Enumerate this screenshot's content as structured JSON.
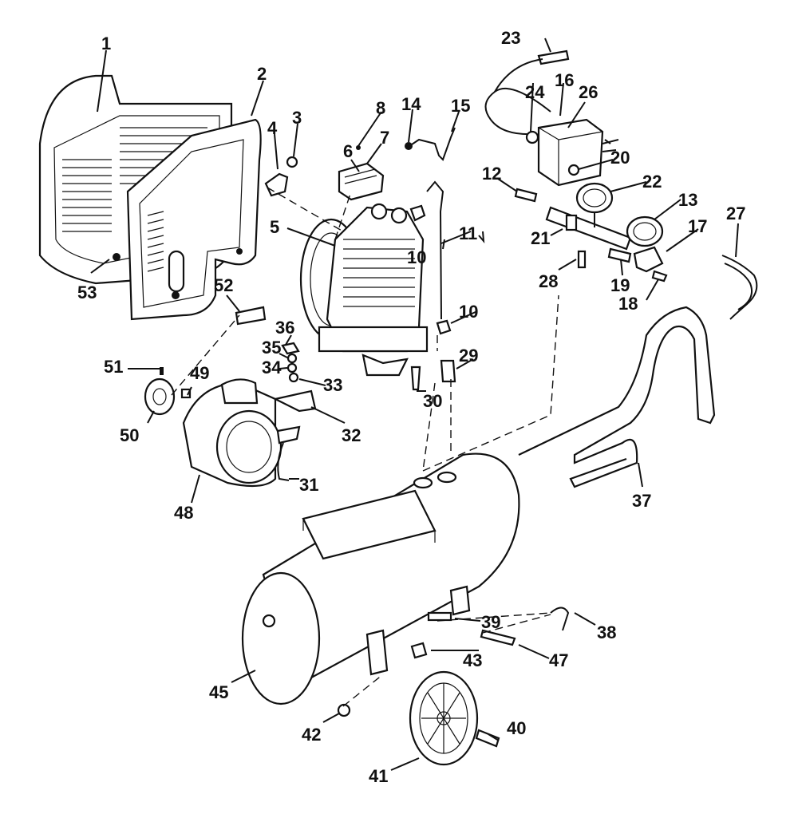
{
  "labels": {
    "l1": "1",
    "l2": "2",
    "l3": "3",
    "l4": "4",
    "l5": "5",
    "l6": "6",
    "l7": "7",
    "l8": "8",
    "l10a": "10",
    "l10b": "10",
    "l11": "11",
    "l12": "12",
    "l13": "13",
    "l14": "14",
    "l15": "15",
    "l16": "16",
    "l17": "17",
    "l18": "18",
    "l19": "19",
    "l20": "20",
    "l21": "21",
    "l22": "22",
    "l23": "23",
    "l24": "24",
    "l26": "26",
    "l27": "27",
    "l28": "28",
    "l29": "29",
    "l30": "30",
    "l31": "31",
    "l32": "32",
    "l33": "33",
    "l34": "34",
    "l35": "35",
    "l36": "36",
    "l37": "37",
    "l38": "38",
    "l39": "39",
    "l40": "40",
    "l41": "41",
    "l42": "42",
    "l43": "43",
    "l45": "45",
    "l47": "47",
    "l48": "48",
    "l49": "49",
    "l50": "50",
    "l51": "51",
    "l52": "52",
    "l53": "53"
  }
}
